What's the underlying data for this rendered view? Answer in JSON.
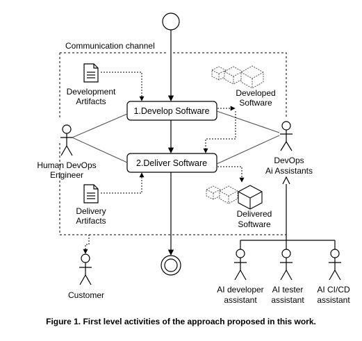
{
  "diagram": {
    "channel_label": "Communication channel",
    "activities": {
      "develop": "1.Develop Software",
      "deliver": "2.Deliver Software"
    },
    "actors": {
      "human": [
        "Human DevOps",
        "Engineer"
      ],
      "devops_ai": [
        "DevOps",
        "Ai Assistants"
      ],
      "customer": [
        "Customer"
      ],
      "ai_developer": [
        "AI developer",
        "assistant"
      ],
      "ai_tester": [
        "AI tester",
        "assistant"
      ],
      "ai_cicd": [
        "AI CI/CD",
        "assistant"
      ]
    },
    "artifacts": {
      "development": [
        "Development",
        "Artifacts"
      ],
      "delivery": [
        "Delivery",
        "Artifacts"
      ],
      "developed_software": [
        "Developed",
        "Software"
      ],
      "delivered_software": [
        "Delivered",
        "Software"
      ]
    }
  },
  "caption": "Figure 1. First level activities of the approach proposed in this work."
}
